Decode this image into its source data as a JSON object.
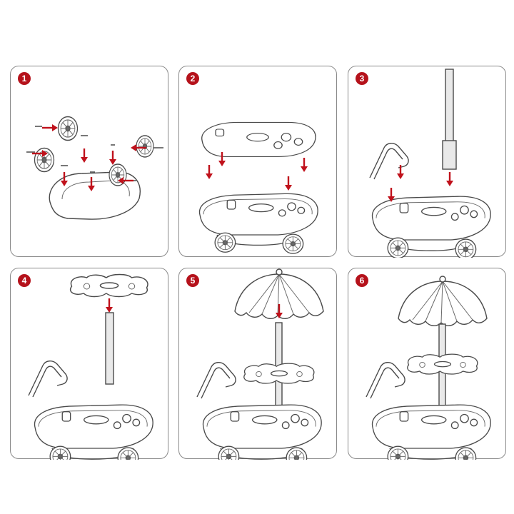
{
  "steps": [
    {
      "number": "1"
    },
    {
      "number": "2"
    },
    {
      "number": "3"
    },
    {
      "number": "4"
    },
    {
      "number": "5"
    },
    {
      "number": "6"
    }
  ],
  "colors": {
    "badge": "#b5121b",
    "arrow": "#c0111b",
    "outline": "#4a4a4a",
    "panel_border": "#8a8a8a"
  }
}
